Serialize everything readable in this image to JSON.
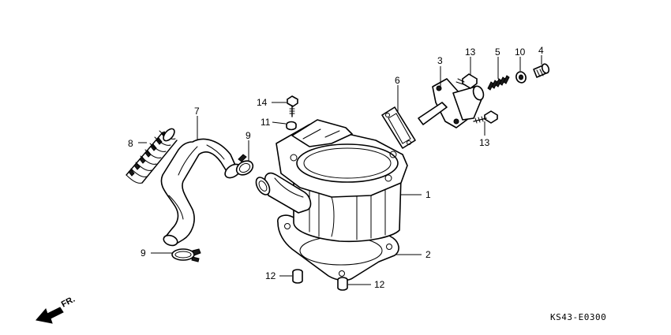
{
  "diagram": {
    "drawing_code": "KS43-E0300",
    "front_label": "FR.",
    "callouts": {
      "cylinder": "1",
      "cylinder_gasket": "2",
      "tensioner_lifter": "3",
      "lifter_bolt": "4",
      "lifter_spring": "5",
      "lifter_gasket": "6",
      "water_hose": "7",
      "hose_spring": "8",
      "clamp_upper": "9",
      "clamp_lower": "9",
      "washer": "10",
      "washer_stud": "11",
      "dowel_left": "12",
      "dowel_right": "12",
      "bolt_top": "13",
      "bolt_bottom": "13",
      "stud_bolt": "14"
    }
  }
}
